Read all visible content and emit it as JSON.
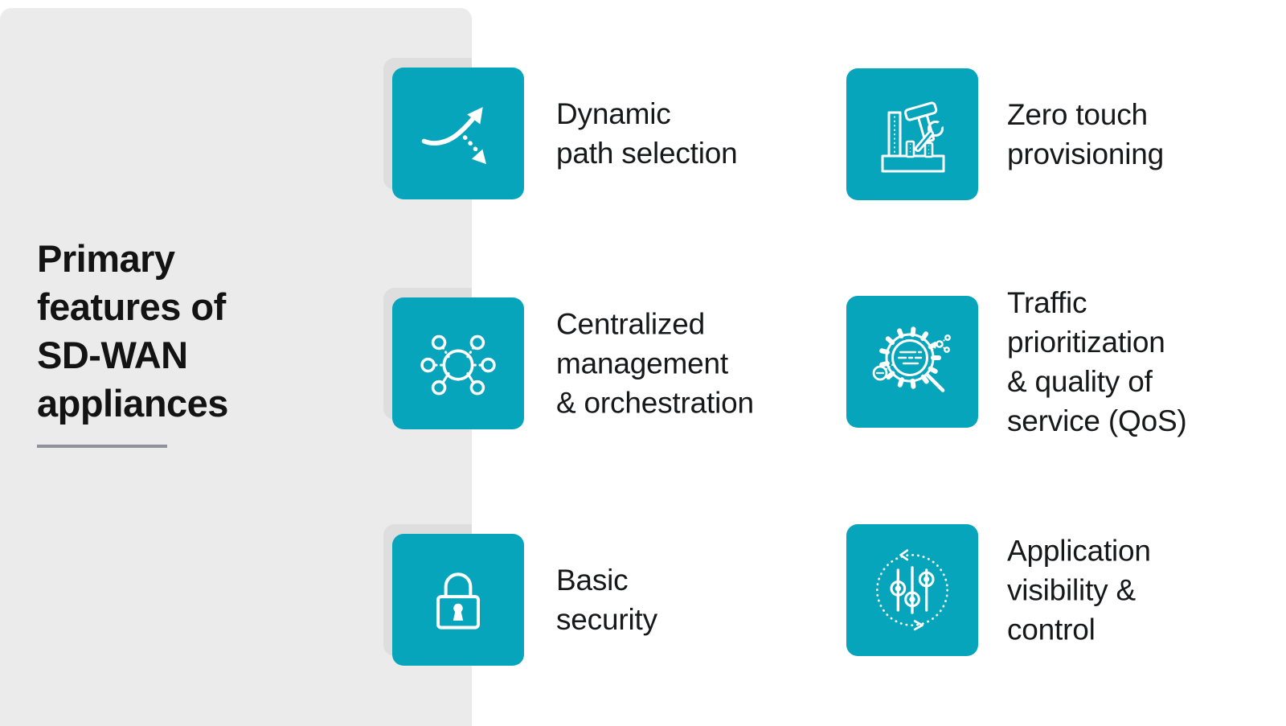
{
  "title_panel": {
    "title": "Primary\nfeatures of\nSD-WAN\nappliances"
  },
  "features": [
    {
      "label": "Dynamic\npath selection",
      "icon": "curved-path-arrows"
    },
    {
      "label": "Zero touch\nprovisioning",
      "icon": "toolbox-tools"
    },
    {
      "label": "Centralized\nmanagement\n& orchestration",
      "icon": "hub-and-spoke-network"
    },
    {
      "label": "Traffic\nprioritization\n& quality of\nservice (QoS)",
      "icon": "gear-magnifier"
    },
    {
      "label": "Basic\nsecurity",
      "icon": "padlock"
    },
    {
      "label": "Application\nvisibility &\ncontrol",
      "icon": "slider-controls-cycle"
    }
  ],
  "colors": {
    "tile_teal": "#07a5bc",
    "panel_gray": "#ebebeb",
    "tile_shadow_gray": "#dedede",
    "underline_gray": "#8d939a",
    "text_dark": "#17181a",
    "icon_white": "#ffffff",
    "background": "#ffffff"
  }
}
